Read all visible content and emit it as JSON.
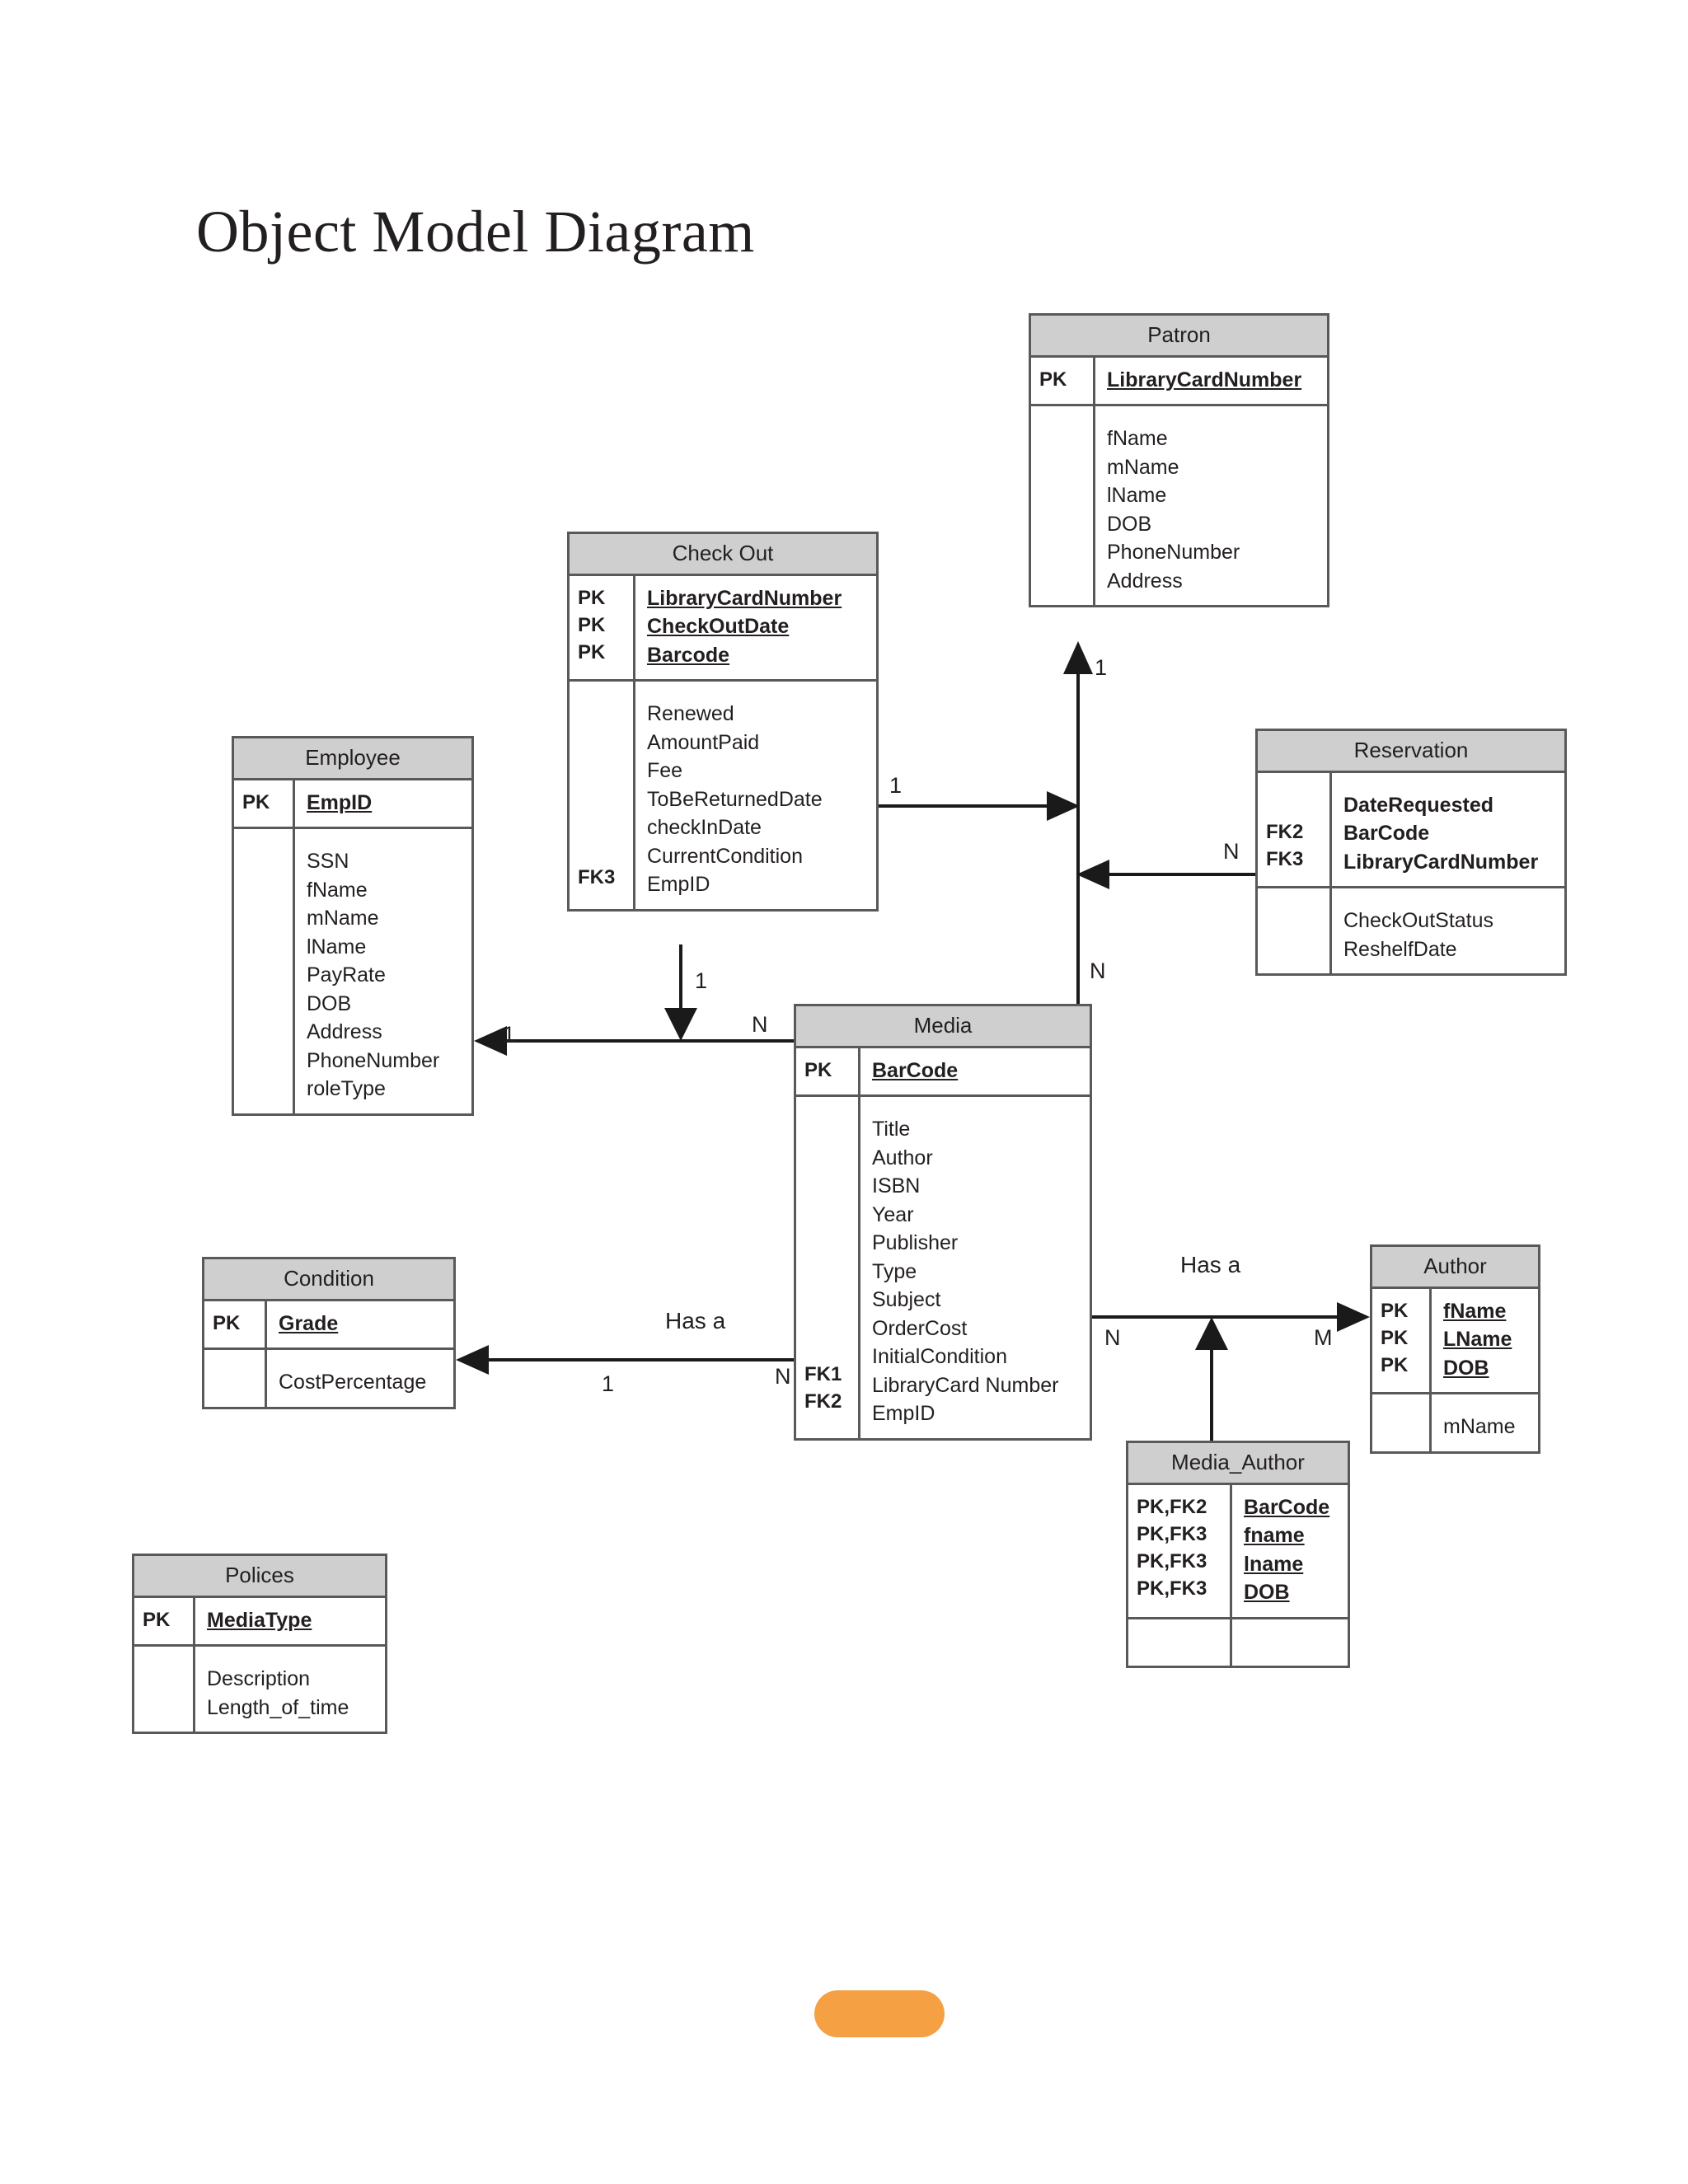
{
  "page": {
    "title": "Object Model Diagram",
    "background_color": "#ffffff",
    "accent_color": "#f4a043",
    "header_fill": "#cfcfcf",
    "border_color": "#58595b"
  },
  "entities": {
    "patron": {
      "name": "Patron",
      "keys": [
        {
          "key": "PK",
          "attr": "LibraryCardNumber"
        }
      ],
      "attributes": [
        {
          "key": "",
          "attr": "fName"
        },
        {
          "key": "",
          "attr": "mName"
        },
        {
          "key": "",
          "attr": "lName"
        },
        {
          "key": "",
          "attr": "DOB"
        },
        {
          "key": "",
          "attr": "PhoneNumber"
        },
        {
          "key": "",
          "attr": "Address"
        }
      ]
    },
    "check_out": {
      "name": "Check Out",
      "keys": [
        {
          "key": "PK",
          "attr": "LibraryCardNumber"
        },
        {
          "key": "PK",
          "attr": "CheckOutDate"
        },
        {
          "key": "PK",
          "attr": "Barcode"
        }
      ],
      "attributes": [
        {
          "key": "",
          "attr": "Renewed"
        },
        {
          "key": "",
          "attr": "AmountPaid"
        },
        {
          "key": "",
          "attr": "Fee"
        },
        {
          "key": "",
          "attr": "ToBeReturnedDate"
        },
        {
          "key": "",
          "attr": "checkInDate"
        },
        {
          "key": "",
          "attr": "CurrentCondition"
        },
        {
          "key": "FK3",
          "attr": "EmpID"
        }
      ]
    },
    "employee": {
      "name": "Employee",
      "keys": [
        {
          "key": "PK",
          "attr": "EmpID"
        }
      ],
      "attributes": [
        {
          "key": "",
          "attr": "SSN"
        },
        {
          "key": "",
          "attr": "fName"
        },
        {
          "key": "",
          "attr": "mName"
        },
        {
          "key": "",
          "attr": "lName"
        },
        {
          "key": "",
          "attr": "PayRate"
        },
        {
          "key": "",
          "attr": "DOB"
        },
        {
          "key": "",
          "attr": "Address"
        },
        {
          "key": "",
          "attr": "PhoneNumber"
        },
        {
          "key": "",
          "attr": "roleType"
        }
      ]
    },
    "reservation": {
      "name": "Reservation",
      "keys": [
        {
          "key": "",
          "attr": "DateRequested"
        },
        {
          "key": "FK2",
          "attr": "BarCode"
        },
        {
          "key": "FK3",
          "attr": "LibraryCardNumber"
        }
      ],
      "attributes": [
        {
          "key": "",
          "attr": "CheckOutStatus"
        },
        {
          "key": "",
          "attr": "ReshelfDate"
        }
      ]
    },
    "media": {
      "name": "Media",
      "keys": [
        {
          "key": "PK",
          "attr": "BarCode"
        }
      ],
      "attributes": [
        {
          "key": "",
          "attr": "Title"
        },
        {
          "key": "",
          "attr": "Author"
        },
        {
          "key": "",
          "attr": "ISBN"
        },
        {
          "key": "",
          "attr": "Year"
        },
        {
          "key": "",
          "attr": "Publisher"
        },
        {
          "key": "",
          "attr": "Type"
        },
        {
          "key": "",
          "attr": "Subject"
        },
        {
          "key": "",
          "attr": "OrderCost"
        },
        {
          "key": "",
          "attr": "InitialCondition"
        },
        {
          "key": "FK1",
          "attr": "LibraryCard Number"
        },
        {
          "key": "FK2",
          "attr": "EmpID"
        }
      ]
    },
    "author": {
      "name": "Author",
      "keys": [
        {
          "key": "PK",
          "attr": "fName"
        },
        {
          "key": "PK",
          "attr": "LName"
        },
        {
          "key": "PK",
          "attr": "DOB"
        }
      ],
      "attributes": [
        {
          "key": "",
          "attr": "mName"
        }
      ]
    },
    "media_author": {
      "name": "Media_Author",
      "keys": [
        {
          "key": "PK,FK2",
          "attr": "BarCode"
        },
        {
          "key": "PK,FK3",
          "attr": "fname"
        },
        {
          "key": "PK,FK3",
          "attr": "lname"
        },
        {
          "key": "PK,FK3",
          "attr": "DOB"
        }
      ],
      "attributes": [
        {
          "key": "",
          "attr": ""
        }
      ]
    },
    "condition": {
      "name": "Condition",
      "keys": [
        {
          "key": "PK",
          "attr": "Grade"
        }
      ],
      "attributes": [
        {
          "key": "",
          "attr": "CostPercentage"
        }
      ]
    },
    "polices": {
      "name": "Polices",
      "keys": [
        {
          "key": "PK",
          "attr": "MediaType"
        }
      ],
      "attributes": [
        {
          "key": "",
          "attr": "Description"
        },
        {
          "key": "",
          "attr": "Length_of_time"
        }
      ]
    }
  },
  "relationships": {
    "checkout_patron_one": "1",
    "patron_one": "1",
    "reservation_n": "N",
    "media_patron_n": "N",
    "checkout_media_one": "1",
    "media_employee_n": "N",
    "employee_one": "1",
    "condition_one": "1",
    "media_condition_n": "N",
    "media_condition_label": "Has a",
    "media_author_n": "N",
    "author_m": "M",
    "media_author_label": "Has a"
  }
}
